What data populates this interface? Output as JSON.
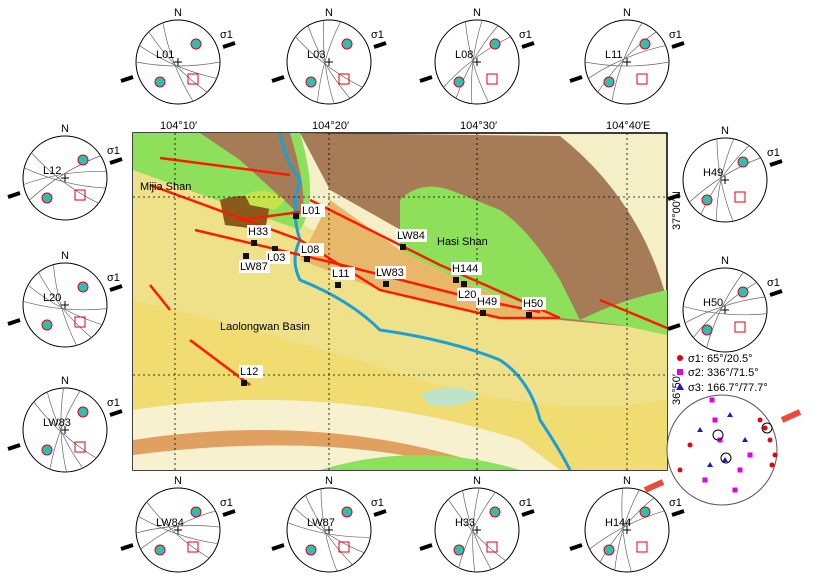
{
  "coords": {
    "lon": [
      "104°10′",
      "104°20′",
      "104°30′",
      "104°40′E"
    ],
    "lat": [
      "37°00′N",
      "36°50′"
    ]
  },
  "places": {
    "mijia": "Mijia Shan",
    "hasi": "Hasi Shan",
    "basin": "Laolongwan Basin"
  },
  "sites": [
    "L01",
    "H33",
    "L03",
    "L08",
    "LW87",
    "L11",
    "LW83",
    "LW84",
    "H144",
    "L20",
    "H49",
    "H50",
    "L12"
  ],
  "north_label": "N",
  "sigma1": "σ1",
  "sigma3": "σ3",
  "stereonets": [
    {
      "id": "L01",
      "side": "top"
    },
    {
      "id": "L03",
      "side": "top"
    },
    {
      "id": "L08",
      "side": "top"
    },
    {
      "id": "L11",
      "side": "top"
    },
    {
      "id": "L12",
      "side": "left"
    },
    {
      "id": "L20",
      "side": "left"
    },
    {
      "id": "LW83",
      "side": "left"
    },
    {
      "id": "H49",
      "side": "right"
    },
    {
      "id": "H50",
      "side": "right"
    },
    {
      "id": "LW84",
      "side": "bottom"
    },
    {
      "id": "LW87",
      "side": "bottom"
    },
    {
      "id": "H33",
      "side": "bottom"
    },
    {
      "id": "H144",
      "side": "bottom"
    }
  ],
  "summary": {
    "s1": "σ1: 65°/20.5°",
    "s2": "σ2: 336°/71.5°",
    "s3": "σ3: 166.7°/77.7°",
    "colors": {
      "s1": "#e60012",
      "s2": "#e100e1",
      "s3": "#1b1bd4"
    }
  },
  "colors": {
    "fault": "#ff1a00",
    "river": "#1a9fd6",
    "brown": "#a57c57",
    "green": "#8ee05a",
    "yellow": "#f2e79a",
    "pale": "#f4efc6"
  }
}
